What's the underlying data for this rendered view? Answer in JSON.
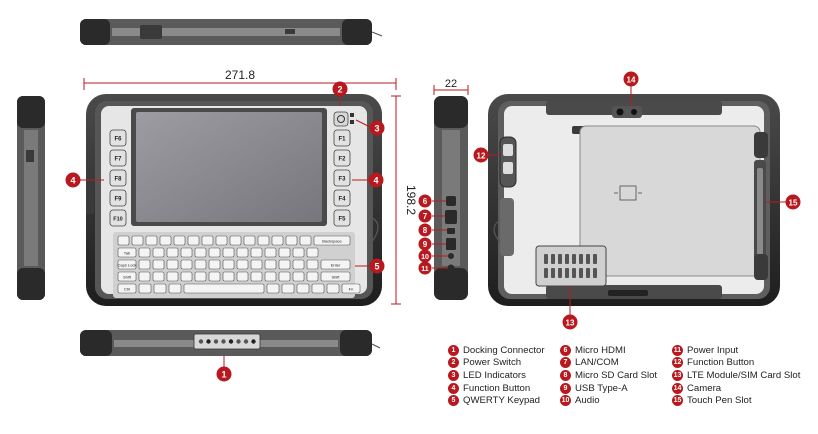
{
  "dimensions": {
    "width_label": "271.8",
    "height_label": "198.2",
    "depth_label": "22"
  },
  "keypad": {
    "left_keys": [
      "F6",
      "F7",
      "F8",
      "F9",
      "F10"
    ],
    "right_keys": [
      "F1",
      "F2",
      "F3",
      "F4",
      "F5"
    ],
    "wide_keys": [
      "Backspace",
      "Tab",
      "Caps Lock",
      "Shift",
      "Enter",
      "Ctrl",
      "Fn"
    ]
  },
  "callouts": [
    "1",
    "2",
    "3",
    "4",
    "4",
    "5",
    "6",
    "7",
    "8",
    "9",
    "10",
    "11",
    "12",
    "13",
    "14",
    "15"
  ],
  "legend": {
    "col1": [
      {
        "num": "1",
        "label": "Docking Connector"
      },
      {
        "num": "2",
        "label": "Power Switch"
      },
      {
        "num": "3",
        "label": "LED Indicators"
      },
      {
        "num": "4",
        "label": "Function Button"
      },
      {
        "num": "5",
        "label": "QWERTY Keypad"
      }
    ],
    "col2": [
      {
        "num": "6",
        "label": "Micro HDMI"
      },
      {
        "num": "7",
        "label": "LAN/COM"
      },
      {
        "num": "8",
        "label": "Micro SD Card Slot"
      },
      {
        "num": "9",
        "label": "USB Type-A"
      },
      {
        "num": "10",
        "label": "Audio"
      }
    ],
    "col3": [
      {
        "num": "11",
        "label": "Power Input"
      },
      {
        "num": "12",
        "label": "Function Button"
      },
      {
        "num": "13",
        "label": "LTE Module/SIM Card Slot"
      },
      {
        "num": "14",
        "label": "Camera"
      },
      {
        "num": "15",
        "label": "Touch Pen Slot"
      }
    ]
  },
  "colors": {
    "accent": "#b8191f",
    "body_dark": "#2a2a2a",
    "body_mid": "#6a6a6a",
    "screen": "#8a8a8e",
    "line": "#555555"
  }
}
